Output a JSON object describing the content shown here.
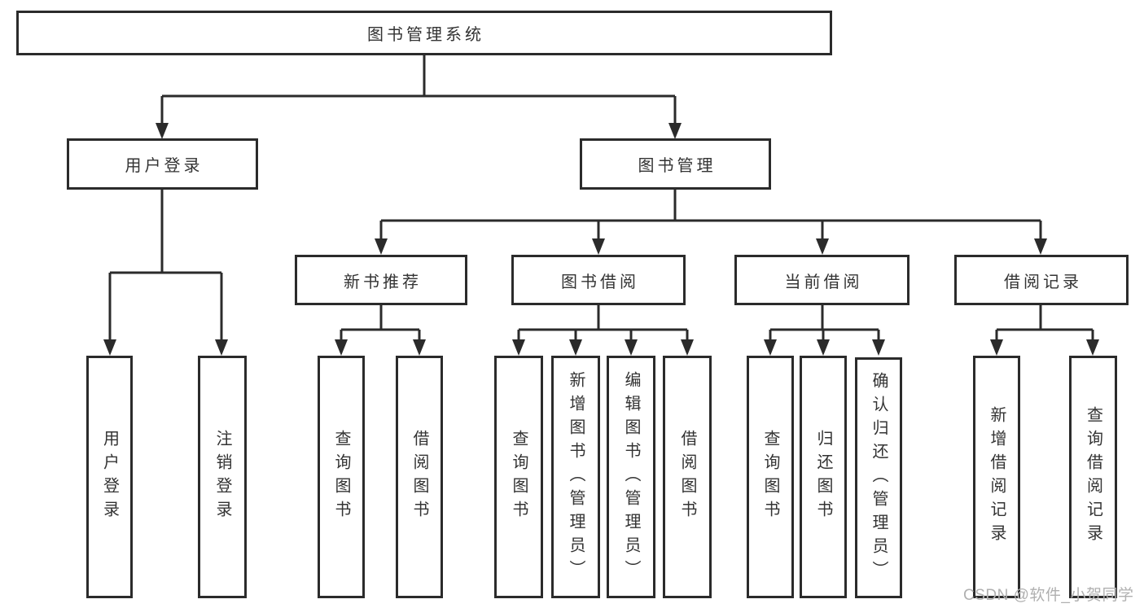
{
  "root": {
    "label": "图书管理系统"
  },
  "level2": [
    {
      "label": "用户登录"
    },
    {
      "label": "图书管理"
    }
  ],
  "level3": [
    {
      "label": "新书推荐"
    },
    {
      "label": "图书借阅"
    },
    {
      "label": "当前借阅"
    },
    {
      "label": "借阅记录"
    }
  ],
  "leaves": {
    "userLogin": [
      "用户登录",
      "注销登录"
    ],
    "newBook": [
      "查询图书",
      "借阅图书"
    ],
    "bookBorrow": [
      "查询图书",
      "新增图书（管理员）",
      "编辑图书（管理员）",
      "借阅图书"
    ],
    "currentBorrow": [
      "查询图书",
      "归还图书",
      "确认归还（管理员）"
    ],
    "borrowRecord": [
      "新增借阅记录",
      "查询借阅记录"
    ]
  },
  "watermark": "CSDN @软件_小贺同学",
  "colors": {
    "line": "#2b2b2b",
    "text": "#333333",
    "background": "#ffffff",
    "watermark": "#b0b0b0"
  }
}
